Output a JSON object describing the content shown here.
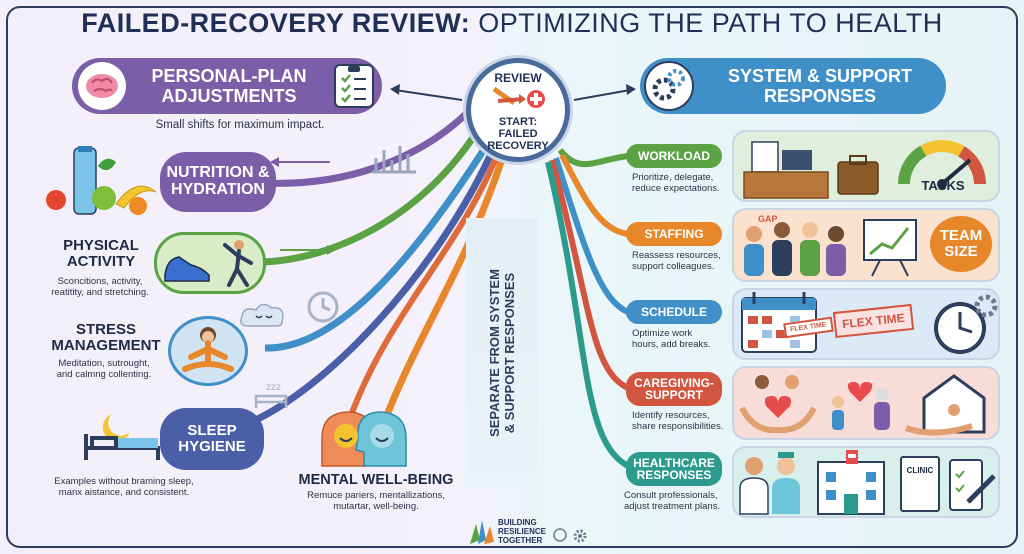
{
  "title": {
    "bold": "FAILED-RECOVERY REVIEW:",
    "light": " OPTIMIZING THE PATH TO HEALTH"
  },
  "hub": {
    "review": "REVIEW",
    "start": "START:",
    "failed": "FAILED",
    "recovery": "RECOVERY"
  },
  "left": {
    "header": {
      "line1": "PERSONAL-PLAN",
      "line2": "ADJUSTMENTS",
      "caption": "Small shifts for maximum impact."
    },
    "nutrition": {
      "line1": "NUTRITION &",
      "line2": "HYDRATION"
    },
    "physical": {
      "line1": "PHYSICAL",
      "line2": "ACTIVITY",
      "caption1": "Sconcitions, activity,",
      "caption2": "reatitity, and stretching."
    },
    "stress": {
      "line1": "STRESS",
      "line2": "MANAGEMENT",
      "caption1": "Meditation, sutrought,",
      "caption2": "and calmng collenting."
    },
    "sleep": {
      "line1": "SLEEP",
      "line2": "HYGIENE",
      "caption1": "Examples without braming sleep,",
      "caption2": "manx aistance, and consistent."
    },
    "mental": {
      "title": "MENTAL WELL-BEING",
      "caption1": "Remuce pariers, mentallizations,",
      "caption2": "mutartar, well-being."
    }
  },
  "divider": {
    "line1": "SEPARATE FROM SYSTEM",
    "line2": "& SUPPORT RESPONSES"
  },
  "right": {
    "header": {
      "line1": "SYSTEM & SUPPORT",
      "line2": "RESPONSES"
    },
    "workload": {
      "tag": "WORKLOAD",
      "caption1": "Prioritize, delegate,",
      "caption2": "reduce expectations.",
      "badge": "TASKS"
    },
    "staffing": {
      "tag": "STAFFING",
      "caption1": "Reassess resources,",
      "caption2": "support colleagues.",
      "gap": "GAP",
      "badge1": "TEAM",
      "badge2": "SIZE"
    },
    "schedule": {
      "tag": "SCHEDULE",
      "caption1": "Optimize work",
      "caption2": "hours, add breaks.",
      "flex1": "FLEX TIME",
      "flex2": "FLEX TIME"
    },
    "caregiving": {
      "tag1": "CAREGIVING-",
      "tag2": "SUPPORT",
      "caption1": "Identify resources,",
      "caption2": "share responsibilities."
    },
    "healthcare": {
      "tag1": "HEALTHCARE",
      "tag2": "RESPONSES",
      "caption1": "Consult professionals,",
      "caption2": "adjust treatment plans.",
      "clinic": "CLINIC"
    }
  },
  "footer": {
    "line1": "BUILDING",
    "line2": "RESILIENCE",
    "line3": "TOGETHER"
  },
  "colors": {
    "purple": "#7b5ea7",
    "green": "#5aa243",
    "orange": "#e8872a",
    "blue": "#3f8fc8",
    "red": "#d2553f",
    "teal": "#2d9a8e",
    "navy": "#2c3e5c"
  }
}
